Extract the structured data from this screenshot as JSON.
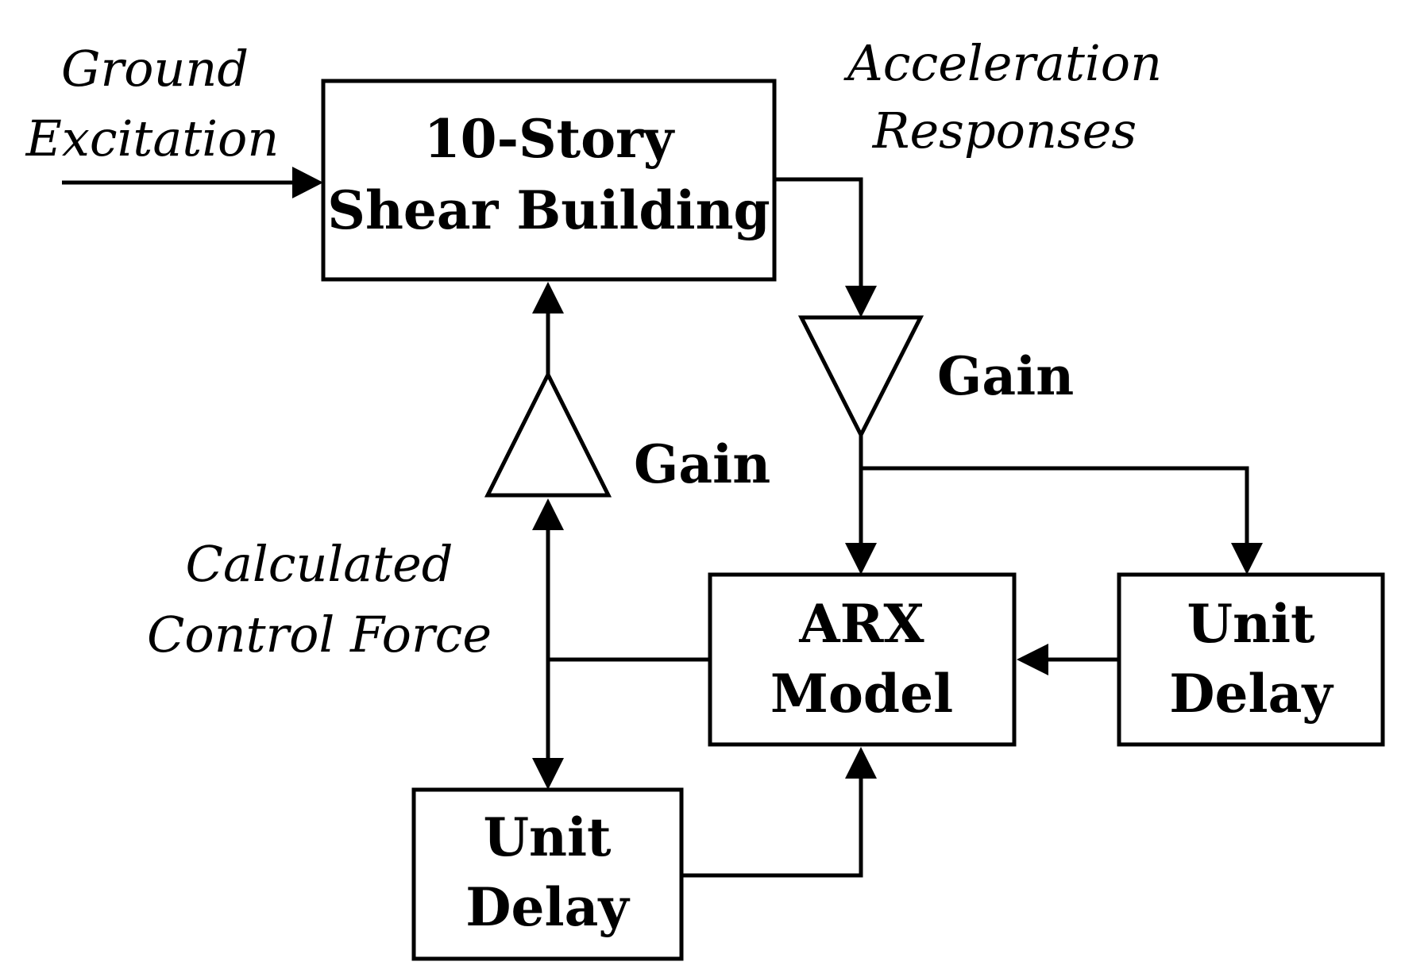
{
  "blocks": {
    "plant": {
      "line1": "10-Story",
      "line2": "Shear Building"
    },
    "arx": {
      "line1": "ARX",
      "line2": "Model"
    },
    "delay_right": {
      "line1": "Unit",
      "line2": "Delay"
    },
    "delay_bottom": {
      "line1": "Unit",
      "line2": "Delay"
    }
  },
  "gains": {
    "output_gain": "Gain",
    "control_gain": "Gain"
  },
  "signals": {
    "ground_excitation": {
      "line1": "Ground",
      "line2": "Excitation"
    },
    "acceleration_responses": {
      "line1": "Acceleration",
      "line2": "Responses"
    },
    "calculated_control_force": {
      "line1": "Calculated",
      "line2": "Control Force"
    }
  }
}
